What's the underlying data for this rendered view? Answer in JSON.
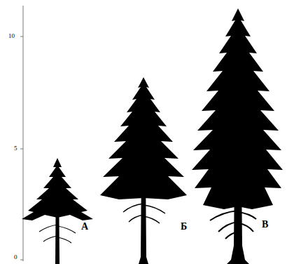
{
  "diagram": {
    "labels": [
      "10",
      "5",
      "0",
      "А",
      "Б",
      "В"
    ]
  }
}
